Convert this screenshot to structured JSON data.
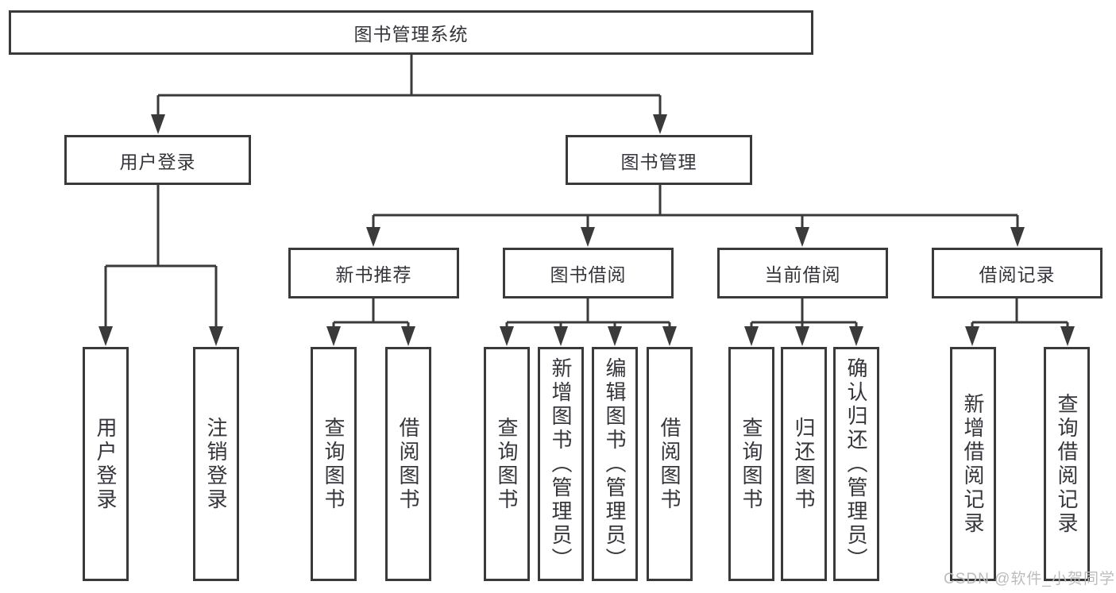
{
  "diagram": {
    "title": "图书管理系统",
    "watermark": "CSDN @软件_小贺同学",
    "colors": {
      "line": "#3a3a3a",
      "text": "#35353b",
      "watermark": "#bcbcbc",
      "background": "#ffffff"
    },
    "tree": {
      "root": "图书管理系统",
      "branches": [
        {
          "label": "用户登录",
          "children": [
            "用户登录",
            "注销登录"
          ]
        },
        {
          "label": "图书管理",
          "groups": [
            {
              "label": "新书推荐",
              "children": [
                "查询图书",
                "借阅图书"
              ]
            },
            {
              "label": "图书借阅",
              "children": [
                "查询图书",
                "新增图书（管理员）",
                "编辑图书（管理员）",
                "借阅图书"
              ]
            },
            {
              "label": "当前借阅",
              "children": [
                "查询图书",
                "归还图书",
                "确认归还（管理员）"
              ]
            },
            {
              "label": "借阅记录",
              "children": [
                "新增借阅记录",
                "查询借阅记录"
              ]
            }
          ]
        }
      ]
    }
  }
}
